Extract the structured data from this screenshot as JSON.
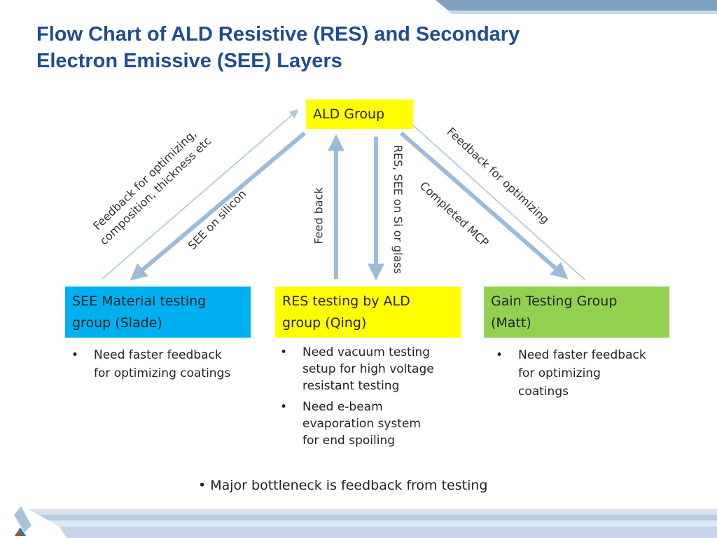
{
  "slide": {
    "title_lines": [
      "Flow Chart of ALD Resistive (RES) and Secondary",
      "Electron Emissive (SEE) Layers"
    ]
  },
  "boxes": {
    "ald": {
      "label": "ALD Group",
      "color": "#ffff00"
    },
    "see": {
      "lines": [
        "SEE Material testing",
        "group (Slade)"
      ],
      "color": "#00b0f0"
    },
    "res": {
      "lines": [
        "RES testing by ALD",
        "group (Qing)"
      ],
      "color": "#ffff00"
    },
    "gain": {
      "lines": [
        "Gain Testing Group",
        "(Matt)"
      ],
      "color": "#92d050"
    }
  },
  "arrow_labels": {
    "feedback_left": [
      "Feedback for optimizing,",
      "composition, thickness etc"
    ],
    "see_on_silicon": "SEE on silicon",
    "feed_back": "Feed back",
    "res_see": "RES, SEE on Si or glass",
    "completed_mcp": "Completed MCP",
    "feedback_right": "Feedback for optimizing"
  },
  "notes": {
    "see": [
      [
        "Need faster feedback",
        "for optimizing coatings"
      ]
    ],
    "res": [
      [
        "Need vacuum testing",
        "setup for high voltage",
        "resistant testing"
      ],
      [
        "Need e-beam",
        "evaporation system",
        "for end spoiling"
      ]
    ],
    "gain": [
      [
        "Need faster feedback",
        "for optimizing",
        "coatings"
      ]
    ]
  },
  "bottleneck": "• Major bottleneck is feedback from testing",
  "colors": {
    "title": "#1f4e8c",
    "arrow": "#9bbbd9",
    "arrow_thin": "#a9c6e2"
  }
}
